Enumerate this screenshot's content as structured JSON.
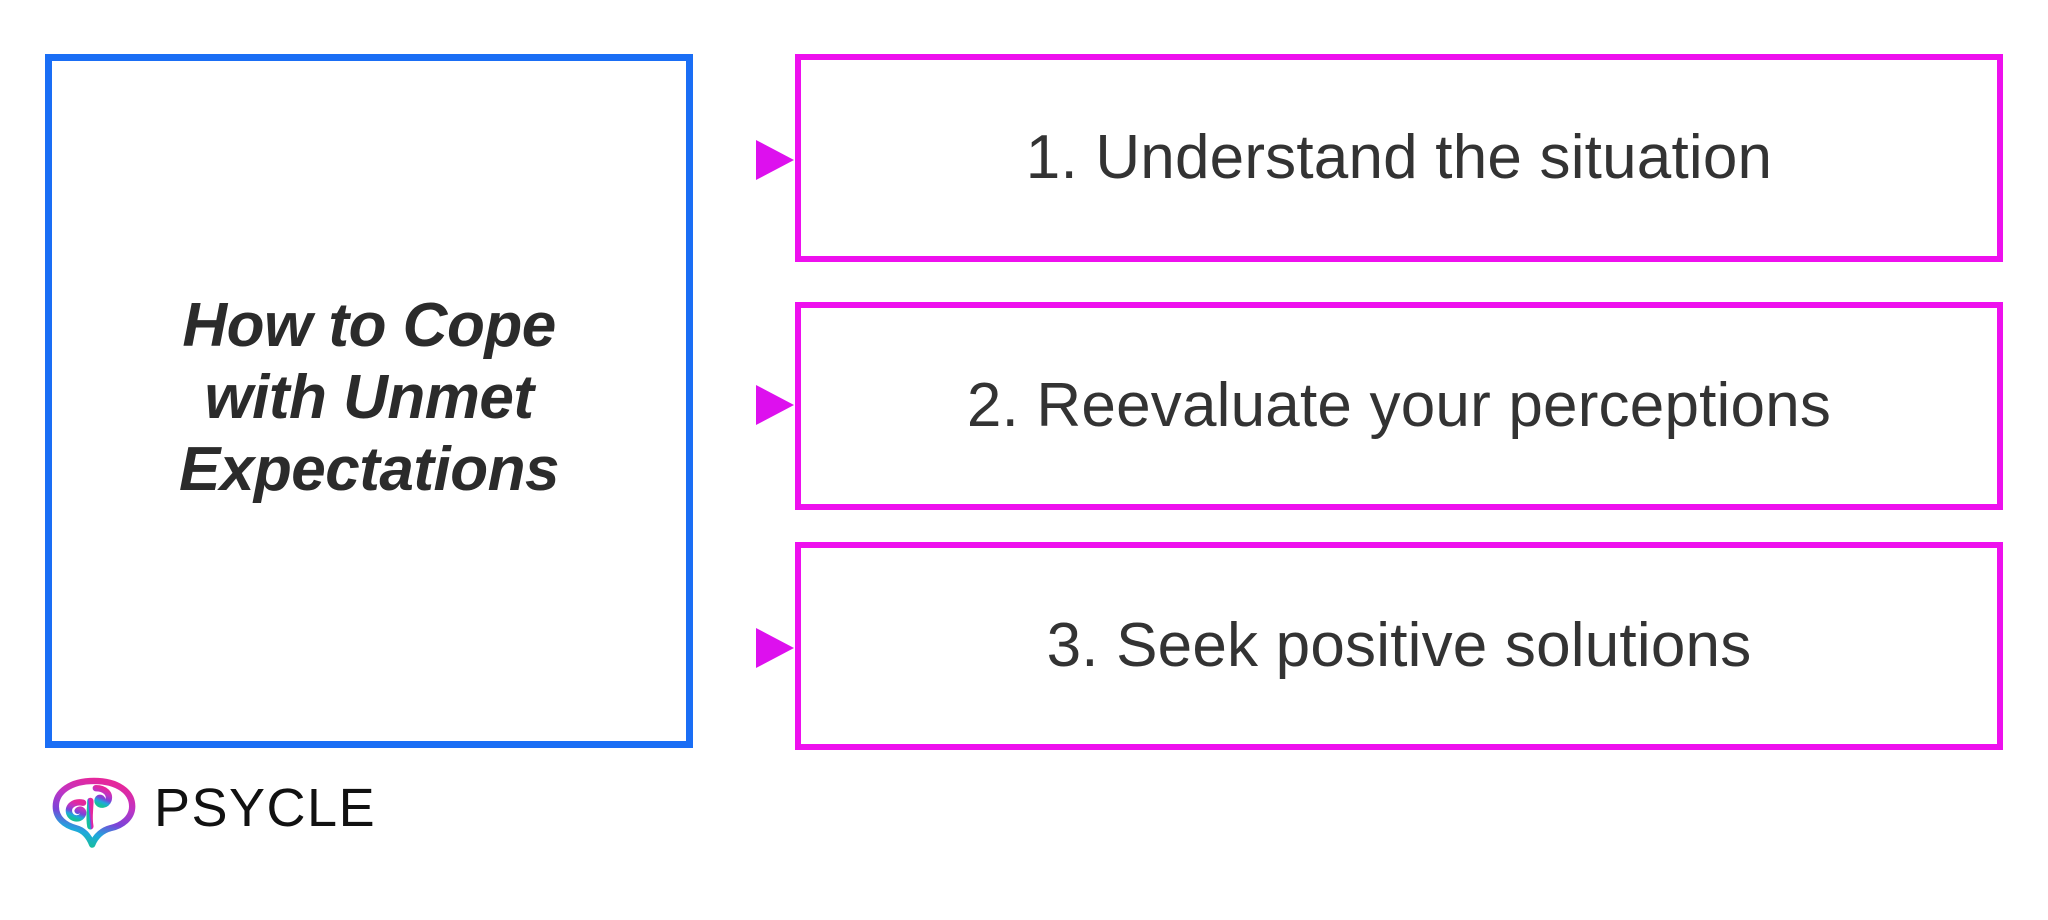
{
  "diagram": {
    "type": "flow",
    "title_box": {
      "label": "How to Cope\nwith Unmet\nExpectations",
      "border_color": "#1a6ef5"
    },
    "steps": [
      {
        "number": "1.",
        "label": "1.  Understand the situation",
        "border_color": "#ee10ee"
      },
      {
        "number": "2.",
        "label": "2. Reevaluate your perceptions",
        "border_color": "#ee10ee"
      },
      {
        "number": "3.",
        "label": "3. Seek positive solutions",
        "border_color": "#ee10ee"
      }
    ],
    "connectors": {
      "count": 3,
      "gradient_start": "#1a6ef5",
      "gradient_end": "#ee10ee",
      "arrow_head": "solid-triangle"
    },
    "colors": {
      "blue": "#1a6ef5",
      "magenta": "#ee10ee",
      "text": "#333333",
      "title_text": "#2b2b2b",
      "background": "#ffffff",
      "logo_pink": "#e5279b",
      "logo_purple": "#9b3fd0",
      "logo_cyan": "#15b8d8",
      "logo_teal": "#1ab89b"
    }
  },
  "logo": {
    "icon": "brain-icon",
    "wordmark": "PSYCLE"
  }
}
